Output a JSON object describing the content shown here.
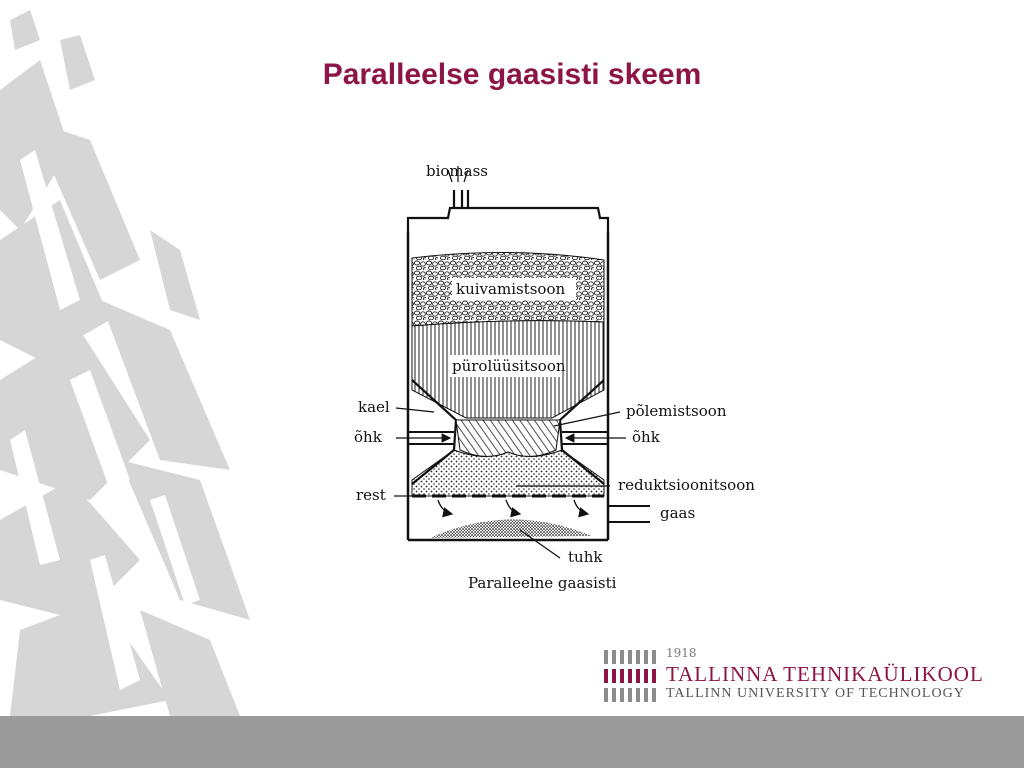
{
  "slide": {
    "title": "Paralleelse gaasisti skeem"
  },
  "diagram": {
    "labels": {
      "biomass": "biomass",
      "kuivamistsoon": "kuivamistsoon",
      "purolyysitsoon": "pürolüüsitsoon",
      "kael": "kael",
      "ohk_left": "õhk",
      "polemistsoon": "põlemistsoon",
      "ohk_right": "õhk",
      "reduktsioonitsoon": "reduktsioonitsoon",
      "rest": "rest",
      "gaas": "gaas",
      "tuhk": "tuhk",
      "caption": "Paralleelne gaasisti"
    }
  },
  "logo": {
    "year": "1918",
    "name": "TALLINNA TEHNIKAÜLIKOOL",
    "subtitle": "TALLINN UNIVERSITY OF TECHNOLOGY"
  }
}
